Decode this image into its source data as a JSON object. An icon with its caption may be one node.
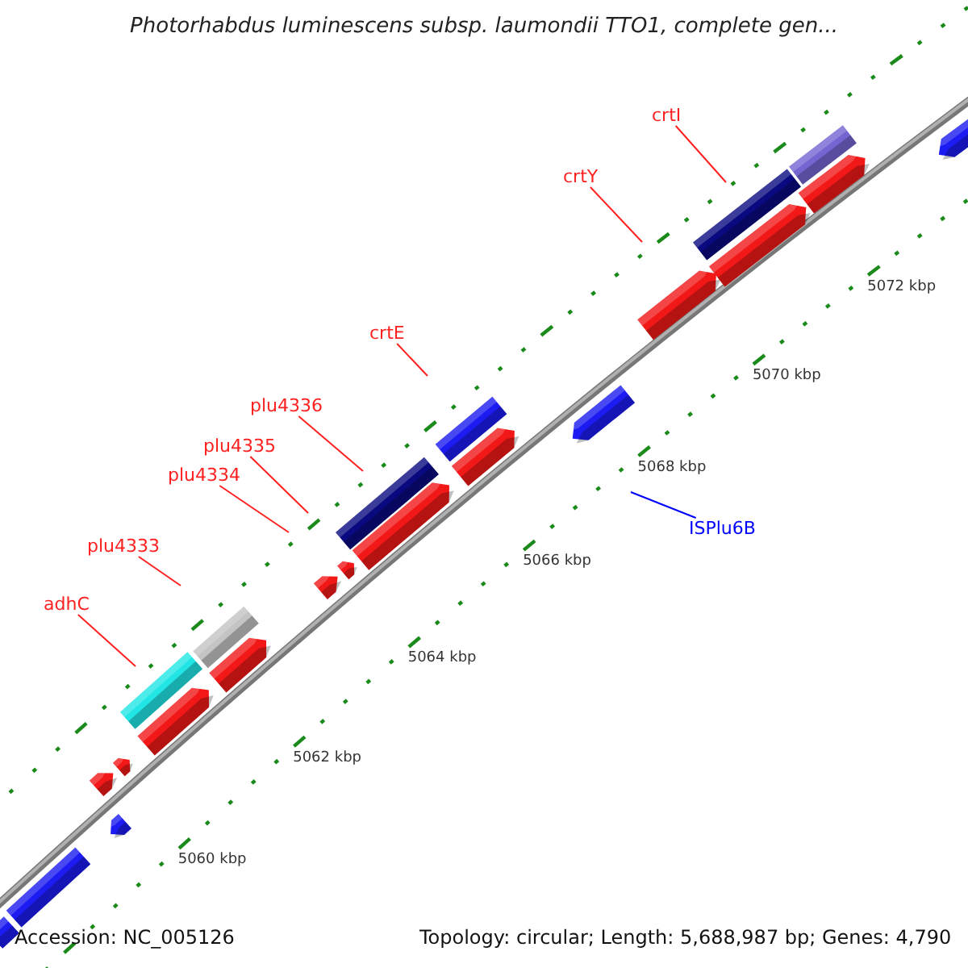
{
  "diagram": {
    "title": "Photorhabdus luminescens subsp. laumondii TTO1, complete gen...",
    "nodes": [
      {
        "text": [
          "crtI"
        ]
      },
      {
        "text": [
          "crtY"
        ]
      },
      {
        "text": [
          "crtE"
        ]
      },
      {
        "text": [
          "plu4336"
        ]
      },
      {
        "text": [
          "plu4335"
        ]
      },
      {
        "text": [
          "plu4334"
        ]
      },
      {
        "text": [
          "plu4333"
        ]
      },
      {
        "text": [
          "adhC"
        ]
      },
      {
        "text": [
          "ISPlu6B"
        ]
      }
    ],
    "edges": [
      {
        "from": 0,
        "to": null,
        "arrow": "none"
      },
      {
        "from": 1,
        "to": null,
        "arrow": "none"
      },
      {
        "from": 2,
        "to": null,
        "arrow": "none"
      },
      {
        "from": 3,
        "to": null,
        "arrow": "none"
      },
      {
        "from": 4,
        "to": null,
        "arrow": "none"
      },
      {
        "from": 5,
        "to": null,
        "arrow": "none"
      },
      {
        "from": 6,
        "to": null,
        "arrow": "none"
      },
      {
        "from": 7,
        "to": null,
        "arrow": "none"
      },
      {
        "from": 8,
        "to": null,
        "arrow": "none",
        "color": "#0000ff"
      }
    ],
    "labels": [
      "5060 kbp",
      "5062 kbp",
      "5064 kbp",
      "5066 kbp",
      "5068 kbp",
      "5070 kbp",
      "5072 kbp",
      "Accession: NC_005126",
      "Topology: circular; Length: 5,688,987 bp; Genes: 4,790"
    ]
  }
}
